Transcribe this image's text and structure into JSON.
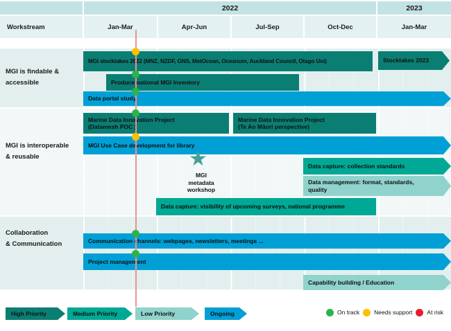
{
  "header": {
    "workstream_label": "Workstream",
    "years": [
      "2022",
      "2023"
    ],
    "quarters": [
      "Jan-Mar",
      "Apr-Jun",
      "Jul-Sep",
      "Oct-Dec",
      "Jan-Mar"
    ]
  },
  "sections": [
    {
      "label": "MGI is findable &\naccessible"
    },
    {
      "label": "MGI is interoperable\n& reusable"
    },
    {
      "label": "Collaboration\n& Communication"
    }
  ],
  "bars": {
    "stocktakes2022": {
      "label": "MGI stocktakes 2022 (MNZ, NZDF, GNS, MetOcean, Oceanum, Auckland Council, Otago Uni)",
      "priority": "high",
      "status": "needs-support",
      "span": "Jan-Mar 2022 to Oct-Dec 2022"
    },
    "stocktakes2023": {
      "label": "Stocktakes 2023",
      "priority": "high",
      "span": "Jan-Mar 2023"
    },
    "inventory": {
      "label": "Produce national MGI Inventory",
      "priority": "high",
      "status": "on-track",
      "span": "Jan-Mar 2022 to Jul-Sep 2022"
    },
    "portal": {
      "label": "Data portal study",
      "priority": "ongoing",
      "status": "on-track",
      "span": "Jan-Mar 2022 onward"
    },
    "marine_datamesh": {
      "label": "Marine Data Innovation Project\n(Datamesh POC )",
      "priority": "high",
      "status": "on-track",
      "span": "Jan-Mar 2022 to Apr-Jun 2022"
    },
    "marine_teao": {
      "label": "Marine Data Innovation Project\n(Te Ao Māori perspective)",
      "priority": "high",
      "span": "Jul-Sep 2022 to Oct-Dec 2022"
    },
    "usecase": {
      "label": "MGI Use Case development for library",
      "priority": "ongoing",
      "status": "needs-support",
      "span": "Jan-Mar 2022 onward"
    },
    "capture_standards": {
      "label": "Data capture: collection standards",
      "priority": "medium",
      "span": "Oct-Dec 2022 onward"
    },
    "mgmt_quality": {
      "label": "Data management: format, standards,\nquality",
      "priority": "low",
      "span": "Oct-Dec 2022 onward"
    },
    "capture_visibility": {
      "label": "Data capture: visibility of upcoming surveys, national programme",
      "priority": "medium",
      "span": "Apr-Jun 2022 to Oct-Dec 2022"
    },
    "comms": {
      "label": "Communication channels: webpages, newsletters, meetings ...",
      "priority": "ongoing",
      "status": "on-track",
      "span": "Jan-Mar 2022 onward"
    },
    "project_mgmt": {
      "label": "Project management",
      "priority": "ongoing",
      "status": "on-track",
      "span": "Jan-Mar 2022 onward"
    },
    "capability": {
      "label": "Capability building / Education",
      "priority": "low",
      "span": "Oct-Dec 2022 onward"
    }
  },
  "milestone": {
    "icon": "star-icon",
    "icon_char": "★",
    "label": "MGI\nmetadata\nworkshop"
  },
  "legend": {
    "priorities": [
      {
        "label": "High Priority",
        "color": "#0b7e74"
      },
      {
        "label": "Medium Priority",
        "color": "#00a995"
      },
      {
        "label": "Low Priority",
        "color": "#8fd3cc"
      },
      {
        "label": "Ongoing",
        "color": "#00a0d6"
      }
    ],
    "statuses": [
      {
        "label": "On track",
        "color": "#2db34a"
      },
      {
        "label": "Needs support",
        "color": "#ffc000"
      },
      {
        "label": "At risk",
        "color": "#eb1c2d"
      }
    ]
  },
  "colors": {
    "high_priority": "#0b7e74",
    "medium_priority": "#00a995",
    "low_priority": "#8fd3cc",
    "ongoing": "#00a0d6",
    "timeline_marker": "#ef908f",
    "band_light": "#e2efee",
    "band_lighter": "#f1f8f7",
    "header_year_bg": "#c3e2e3",
    "header_quarter_bg": "#e3f1f2",
    "star": "#4b9e98"
  }
}
